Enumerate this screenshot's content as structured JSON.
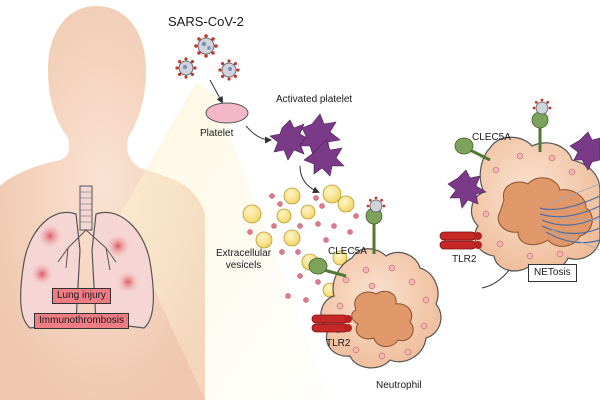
{
  "labels": {
    "virus": "SARS-CoV-2",
    "platelet": "Platelet",
    "activated_platelet": "Activated platelet",
    "extracellular_vesicels": "Extracellular\nvesicels",
    "clec5a_left": "CLEC5A",
    "clec5a_right": "CLEC5A",
    "tlr2_left": "TLR2",
    "tlr2_right": "TLR2",
    "neutrophil": "Neutrophil",
    "netosis": "NETosis",
    "lung_injury": "Lung injury",
    "immunothrombosis": "Immunothrombosis"
  },
  "colors": {
    "skin": "#f8dcc8",
    "lung": "#f6d6d4",
    "lung_spot": "#e57b80",
    "virus_body": "#cfd3da",
    "virus_spike": "#c0392b",
    "platelet": "#f2b8c8",
    "activated_platelet": "#7b3a88",
    "vesicle": "#fbe79a",
    "vesicle_small": "#e2798c",
    "receptor_green": "#7da35a",
    "tlr2": "#c62828",
    "neutrophil": "#f4d2b8",
    "nucleus": "#e0976a",
    "label_box": "#f07d84"
  }
}
